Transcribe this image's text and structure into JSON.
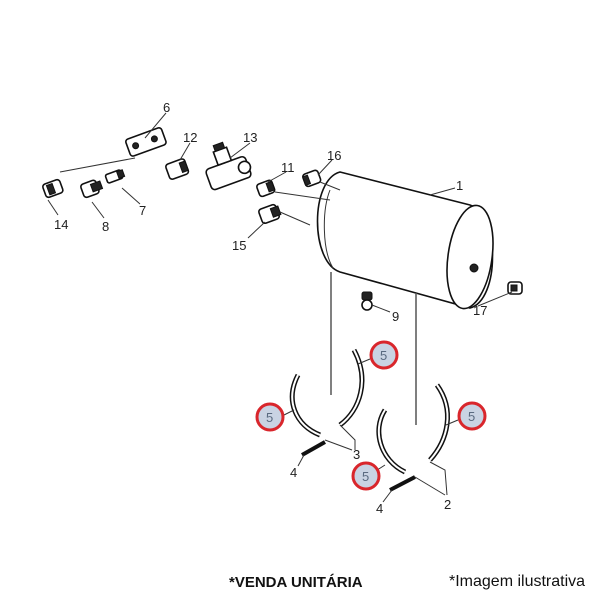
{
  "callouts": {
    "c6": "6",
    "c12": "12",
    "c13": "13",
    "c11": "11",
    "c16": "16",
    "c1": "1",
    "c14": "14",
    "c8": "8",
    "c7": "7",
    "c15": "15",
    "c9": "9",
    "c17": "17",
    "c5a": "5",
    "c5b": "5",
    "c5c": "5",
    "c5d": "5",
    "c3": "3",
    "c4a": "4",
    "c2": "2",
    "c4b": "4"
  },
  "footer": {
    "note_left": "*VENDA UNITÁRIA",
    "note_right": "*Imagem ilustrativa"
  },
  "colors": {
    "highlight_ring": "#d9262c",
    "highlight_fill": "#c9d3e3"
  }
}
